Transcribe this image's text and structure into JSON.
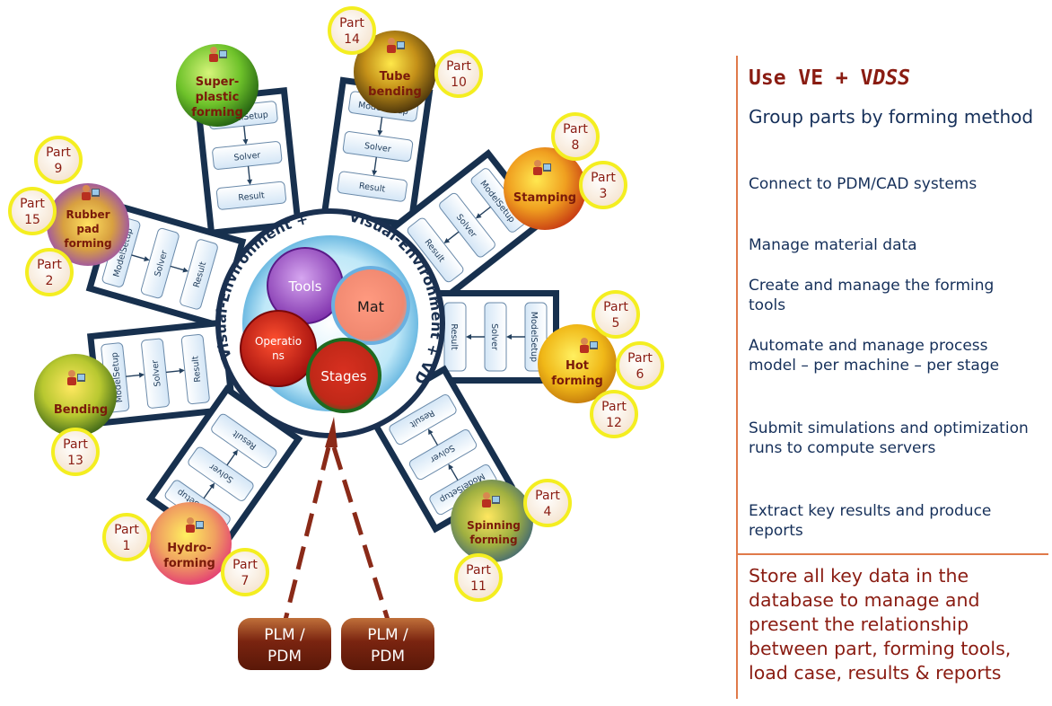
{
  "hub": {
    "ring_text_1": "Visual-Environment + VDSS",
    "ring_text_2": "Visual-Environment + VDSS"
  },
  "inner": {
    "tools": "Tools",
    "mat": "Mat",
    "operations_1": "Operatio",
    "operations_2": "ns",
    "stages": "Stages"
  },
  "workflow": {
    "model_setup": "ModelSetup",
    "solver": "Solver",
    "result": "Result"
  },
  "methods": {
    "superplastic": [
      "Super-",
      "plastic",
      "forming"
    ],
    "tube": [
      "Tube",
      "bending"
    ],
    "stamping": [
      "Stamping"
    ],
    "rubber": [
      "Rubber",
      "pad",
      "forming"
    ],
    "hot": [
      "Hot",
      "forming"
    ],
    "bending": [
      "Bending"
    ],
    "spinning": [
      "Spinning",
      "forming"
    ],
    "hydro": [
      "Hydro-",
      "forming"
    ]
  },
  "parts": {
    "label": "Part",
    "p1": "1",
    "p2": "2",
    "p3": "3",
    "p4": "4",
    "p5": "5",
    "p6": "6",
    "p7": "7",
    "p8": "8",
    "p9": "9",
    "p10": "10",
    "p11": "11",
    "p12": "12",
    "p13": "13",
    "p14": "14",
    "p15": "15"
  },
  "plm": {
    "line1": "PLM /",
    "line2": "PDM"
  },
  "panel": {
    "title_prefix": "Use VE + V",
    "title_italic": "DSS",
    "subtitle": "Group parts by forming method",
    "items": [
      "Connect to PDM/CAD systems",
      "Manage material data",
      "Create and manage the forming tools",
      "Automate and manage process model – per machine – per stage",
      "Submit simulations and optimization runs to compute servers",
      "Extract key results and produce reports"
    ],
    "store": "Store all key data in the database to manage and present the relationship between part, forming tools, load case, results & reports"
  },
  "colors": {
    "dark_navy": "#1a3050",
    "part_yellow": "#f4ee20",
    "plm_brown": "#7a2410",
    "panel_red": "#8a1c12",
    "panel_blue": "#16305a"
  }
}
